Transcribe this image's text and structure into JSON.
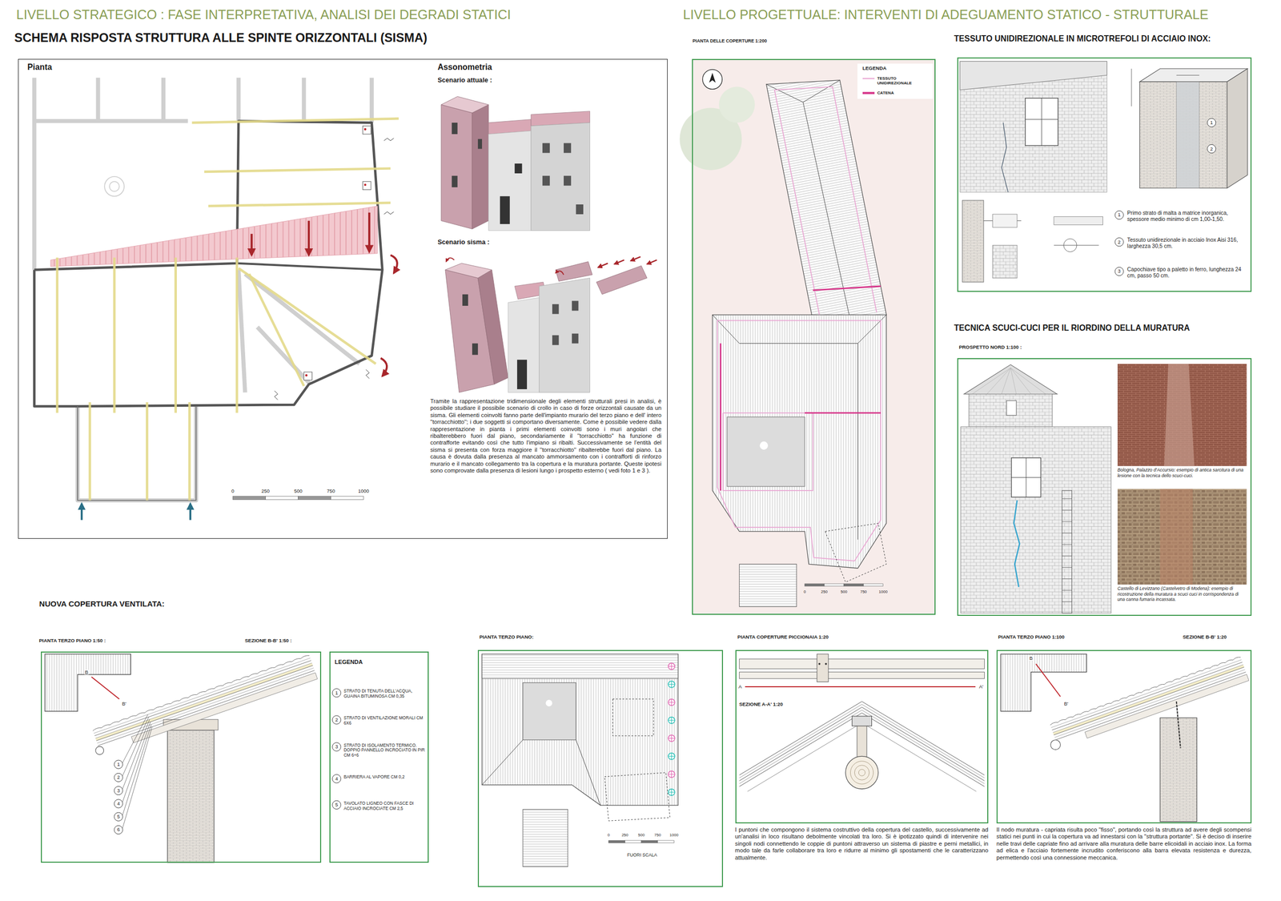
{
  "diagram": {
    "nodes": [
      {
        "text": [
          "SCHEMA RISPOSTA STRUTTURA ALLE SPINTE ORIZZONTALI (SISMA)",
          "Pianta",
          "Assonometria",
          "Scenario attuale :",
          "Scenario sisma :",
          "Tramite la rappresentazione tridimensionale degli elementi strutturali presi in analisi, è possibile studiare il possibile scenario di crollo in caso di forze orizzontali causate da un sisma. Gli elementi coinvolti fanno parte dell'impianto murario del terzo piano e dell' intero ''torracchiotto''; i due soggetti si comportano diversamente. Come è possibile vedere dalla rappresentazione in pianta i primi elementi coinvolti sono i muri angolari che ribalterebbero fuori dal piano, secondariamente il ''torracchiotto'' ha funzione di contrafforte evitando così che tutto l'impiano si ribalti. Successivamente se l'entità del sisma si presenta con forza maggiore il ''torracchiotto'' ribalterebbe fuori dal piano. La causa è dovuta dalla presenza al mancato ammorsamento con i contrafforti di rinforzo murario e il mancato collegamento tra la copertura e la muratura portante. Queste ipotesi sono comprovate dalla presenza di lesioni lungo i prospetto esterno ( vedi foto 1 e 3 )."
        ]
      },
      {
        "text": [
          "PIANTA DELLE COPERTURE 1:200"
        ]
      },
      {
        "text": [
          "LEGENDA"
        ],
        "in": 1
      },
      {
        "text": [
          "TESSUTO UNIDIREZIONALE IN MICROTREFOLI DI ACCIAIO INOX:",
          "Primo strato di malta a matrice inorganica, spessore medio minimo di cm 1,00-1,50.",
          "Tessuto unidirezionale in acciaio Inox Aisi 316, larghezza 30,5 cm.",
          "Capochiave tipo a paletto in ferro, lunghezza 24 cm, passo 50 cm."
        ]
      },
      {
        "text": [
          "TECNICA SCUCI-CUCI PER IL RIORDINO DELLA MURATURA",
          "PROSPETTO NORD 1:100 :",
          "Bologna, Palazzo d'Accursio: esempio di antica sarcitura di una lesione con la tecnica dello scuci-cuci.",
          "Castello di Levizzano (Castelvetro di Modena): esempio di ricostruzione della muratura a scuci cuci in corrispondenza di una canna fumaria incassata."
        ]
      },
      {
        "text": [
          "PIANTA TERZO PIANO 1:50 :",
          "SEZIONE B-B' 1:50 :"
        ]
      },
      {
        "text": [
          "LEGENDA",
          "STRATO DI TENUTA DELL'ACQUA, GUAINA BITUMINOSA CM 0,35",
          "STRATO DI VENTILAZIONE MORALI CM 6X6",
          "STRATO DI ISOLAMENTO TERMICO. DOPPIO PANNELLO INCROCIATO IN PIR CM 6+6",
          "BARRIERA AL VAPORE CM 0,2",
          "TAVOLATO LIGNEO CON FASCE DI ACCIAIO INCROCIATE CM 2,5"
        ]
      },
      {
        "text": [
          "PIANTA TERZO PIANO:",
          "FUORI SCALA"
        ]
      },
      {
        "text": [
          "PIANTA COPERTURE PICCIONAIA 1:20",
          "SEZIONE A-A' 1:20",
          "I puntoni che compongono il sistema costruttivo della copertura del castello, successivamente ad un'analisi in loco risultano debolmente vincolati tra loro. Si è ipotizzato quindi di intervenire nei singoli nodi connettendo le coppie di puntoni attraverso un sistema di piastre e perni metallici, in modo tale da farle collaborare tra loro e ridurre al minimo gli spostamenti che le caratterizzano attualmente."
        ]
      },
      {
        "text": [
          "PIANTA TERZO PIANO 1:100",
          "SEZIONE B-B' 1:20",
          "Il nodo muratura - capriata risulta poco \"fisso\", portando così la struttura ad avere degli scompensi statici nei punti in cui la copertura va ad innestarsi con la \"struttura portante\". Si è deciso di inserire nelle travi delle capriate fino ad arrivare alla muratura delle barre elicoidali in acciaio inox. La forma ad elica e l'acciaio fortemente incrudito conferiscono alla barra elevata resistenza e durezza, permettendo così una connessione meccanica."
        ]
      }
    ],
    "labels": [
      "LIVELLO STRATEGICO : FASE INTERPRETATIVA, ANALISI DEI DEGRADI STATICI",
      "LIVELLO PROGETTUALE: INTERVENTI DI ADEGUAMENTO STATICO - STRUTTURALE",
      "0",
      "250",
      "500",
      "750",
      "1000",
      "0",
      "250",
      "500",
      "750",
      "1000",
      "1",
      "2",
      "3",
      "1",
      "2",
      "NUOVA COPERTURA VENTILATA:",
      "B",
      "B'",
      "1",
      "2",
      "3",
      "4",
      "5",
      "6",
      "1",
      "2",
      "3",
      "4",
      "5",
      "0",
      "250",
      "500",
      "750",
      "1000",
      "A",
      "A'",
      "B",
      "B'"
    ],
    "legend": [
      {
        "text": "TESSUTO UNIDIREZIONALE"
      },
      {
        "text": "CATENA"
      }
    ]
  }
}
